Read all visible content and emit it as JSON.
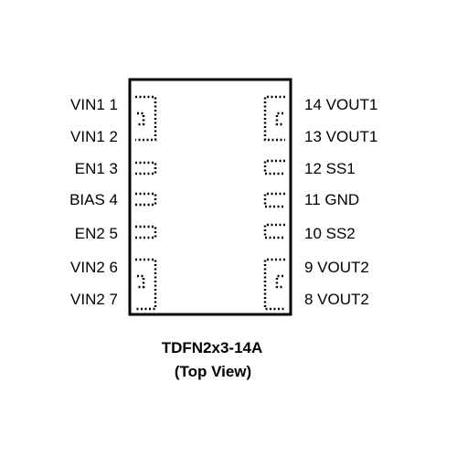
{
  "package": {
    "name": "TDFN2x3-14A",
    "view": "(Top View)"
  },
  "pins_left": [
    {
      "number": "1",
      "label": "VIN1 1"
    },
    {
      "number": "2",
      "label": "VIN1 2"
    },
    {
      "number": "3",
      "label": "EN1 3"
    },
    {
      "number": "4",
      "label": "BIAS 4"
    },
    {
      "number": "5",
      "label": "EN2 5"
    },
    {
      "number": "6",
      "label": "VIN2 6"
    },
    {
      "number": "7",
      "label": "VIN2 7"
    }
  ],
  "pins_right": [
    {
      "number": "14",
      "label": "14 VOUT1"
    },
    {
      "number": "13",
      "label": "13 VOUT1"
    },
    {
      "number": "12",
      "label": "12 SS1"
    },
    {
      "number": "11",
      "label": "11 GND"
    },
    {
      "number": "10",
      "label": "10 SS2"
    },
    {
      "number": "9",
      "label": "9 VOUT2"
    },
    {
      "number": "8",
      "label": "8 VOUT2"
    }
  ]
}
